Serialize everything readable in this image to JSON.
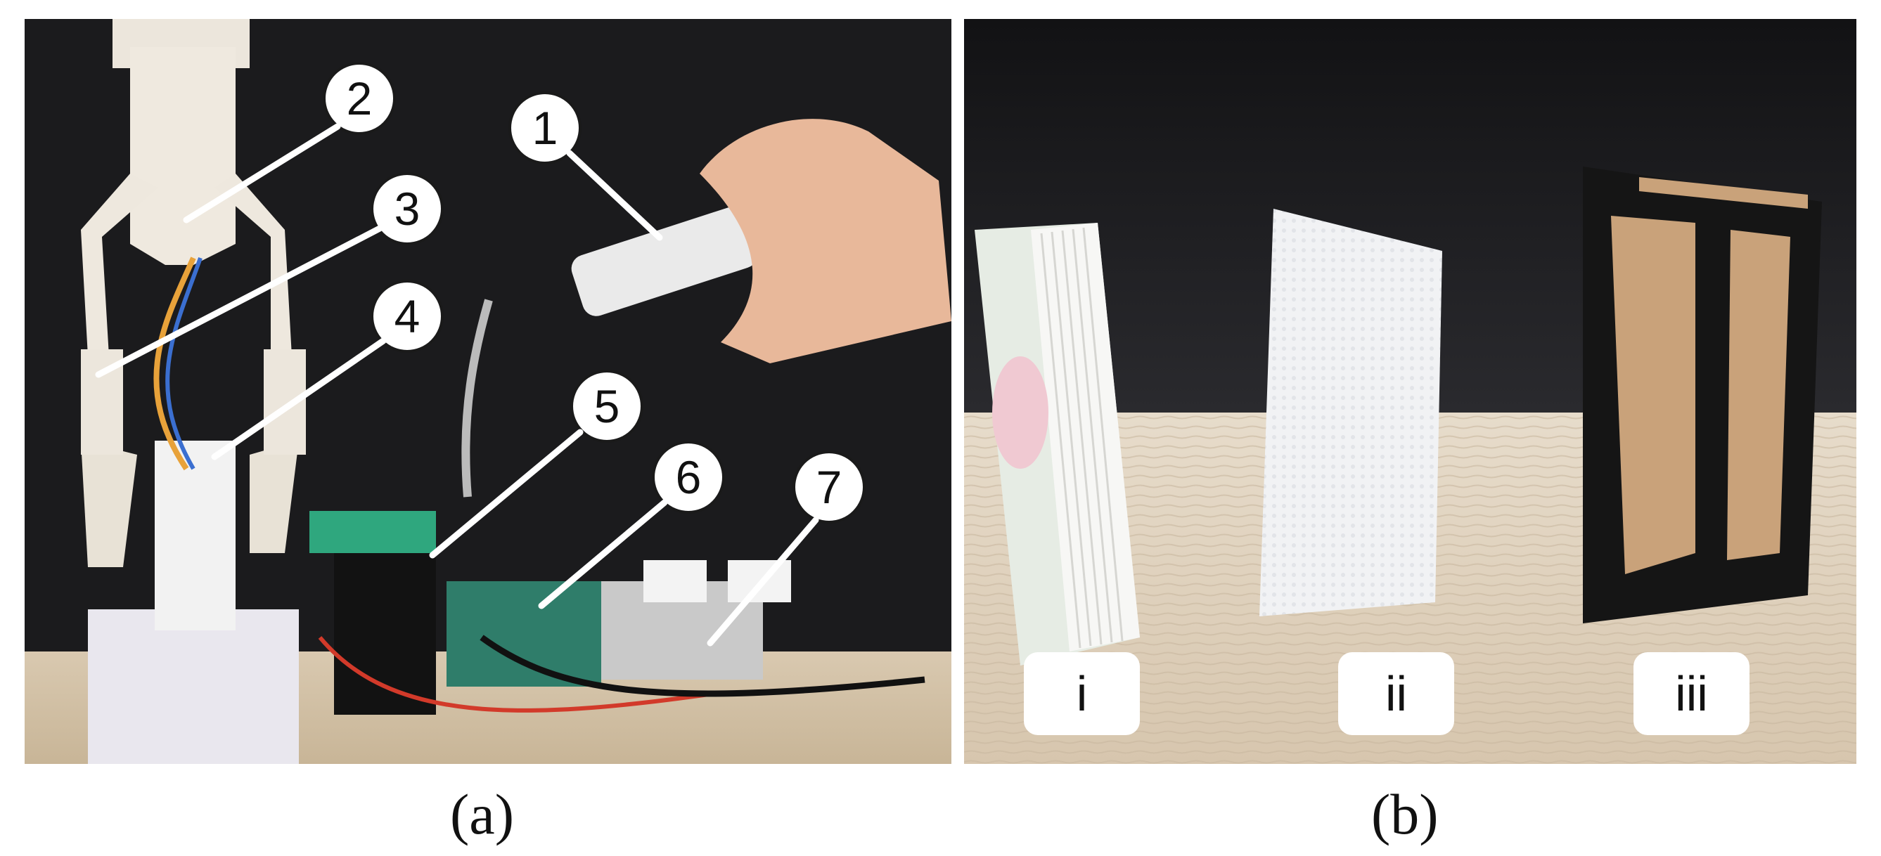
{
  "panel_a": {
    "caption": "(a)",
    "callouts": [
      "1",
      "2",
      "3",
      "4",
      "5",
      "6",
      "7"
    ]
  },
  "panel_b": {
    "caption": "(b)",
    "labels": [
      "i",
      "ii",
      "iii"
    ]
  }
}
